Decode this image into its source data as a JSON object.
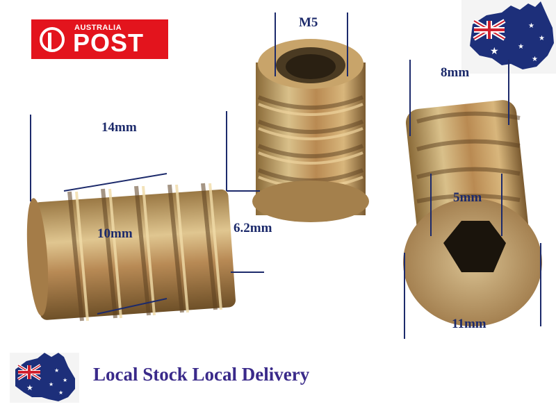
{
  "logo": {
    "small_text": "AUSTRALIA",
    "big_text": "POST",
    "color": "#e3141d"
  },
  "labels": {
    "m5": "M5",
    "len14": "14mm",
    "len8": "8mm",
    "len5": "5mm",
    "len10": "10mm",
    "len62": "6.2mm",
    "len11": "11mm"
  },
  "tagline": "Local Stock Local Delivery",
  "colors": {
    "label": "#1c2a6b",
    "tagline": "#3a2a8a",
    "brass": "#c9a46a",
    "line": "#1c2a6b"
  }
}
